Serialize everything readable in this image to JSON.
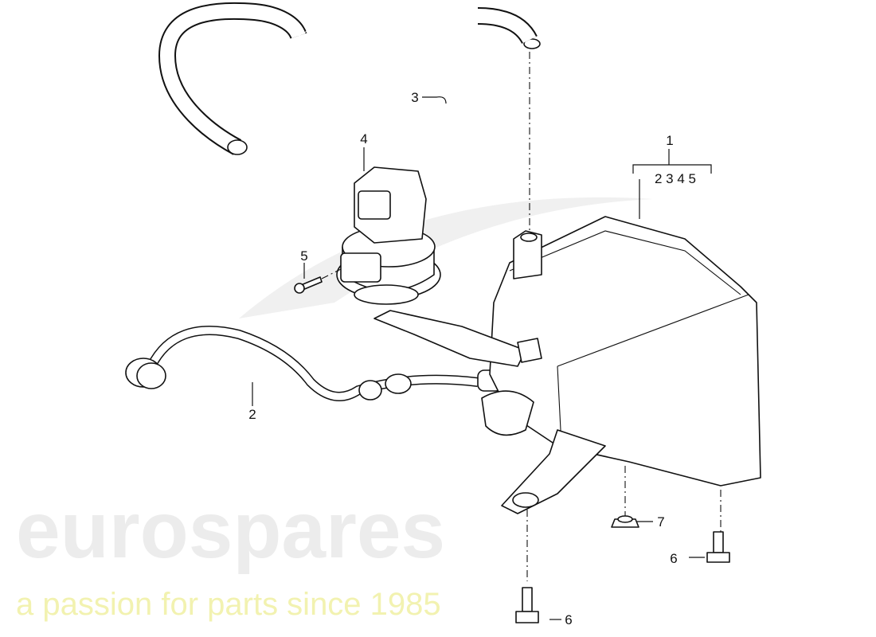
{
  "watermark": {
    "brand": "eurospares",
    "tagline": "a passion for parts since 1985"
  },
  "callouts": {
    "assembly": "1",
    "assembly_contents": "2 3 4 5",
    "hose_line": "2",
    "hose_bend": "3",
    "valve": "4",
    "screw": "5",
    "bolt_lower": "6",
    "bolt_right": "6",
    "nut": "7"
  },
  "colors": {
    "watermark_gray": "#e6e6e6",
    "watermark_yellow": "#f2f2b0"
  }
}
